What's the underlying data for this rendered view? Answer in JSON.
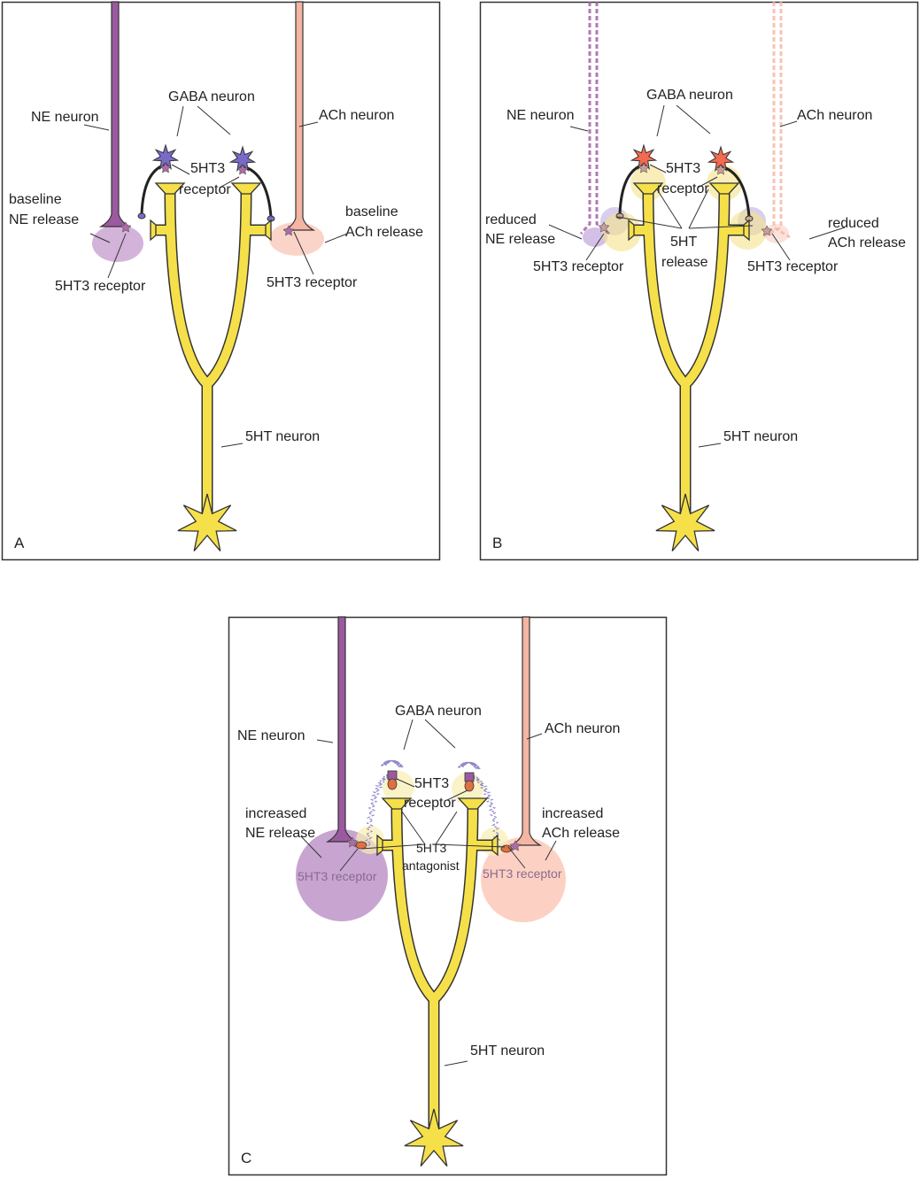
{
  "colors": {
    "ne": "#9b5aa0",
    "ach": "#f4b5a3",
    "serotonin": "#f5e04a",
    "gaba_baseline": "#7a6ac8",
    "gaba_active": "#f26a4f",
    "outline": "#333333"
  },
  "panels": [
    {
      "id": "A",
      "letter": "A",
      "labels": {
        "ne_neuron": "NE neuron",
        "gaba_neuron": "GABA neuron",
        "ach_neuron": "ACh neuron",
        "receptor_center_1": "5HT3",
        "receptor_center_2": "receptor",
        "ne_release_1": "baseline",
        "ne_release_2": "NE release",
        "ach_release_1": "baseline",
        "ach_release_2": "ACh release",
        "ne_receptor": "5HT3 receptor",
        "ach_receptor": "5HT3 receptor",
        "serotonin_neuron": "5HT neuron"
      }
    },
    {
      "id": "B",
      "letter": "B",
      "labels": {
        "ne_neuron": "NE neuron",
        "gaba_neuron": "GABA neuron",
        "ach_neuron": "ACh neuron",
        "receptor_center_1": "5HT3",
        "receptor_center_2": "receptor",
        "ne_release_1": "reduced",
        "ne_release_2": "NE release",
        "ach_release_1": "reduced",
        "ach_release_2": "ACh release",
        "ne_receptor": "5HT3 receptor",
        "ach_receptor": "5HT3 receptor",
        "release_1": "5HT",
        "release_2": "release",
        "serotonin_neuron": "5HT neuron"
      }
    },
    {
      "id": "C",
      "letter": "C",
      "labels": {
        "ne_neuron": "NE neuron",
        "gaba_neuron": "GABA neuron",
        "ach_neuron": "ACh neuron",
        "receptor_center_1": "5HT3",
        "receptor_center_2": "receptor",
        "ne_release_1": "increased",
        "ne_release_2": "NE release",
        "ach_release_1": "increased",
        "ach_release_2": "ACh release",
        "ne_receptor": "5HT3 receptor",
        "ach_receptor": "5HT3 receptor",
        "antagonist_1": "5HT3",
        "antagonist_2": "antagonist",
        "serotonin_neuron": "5HT neuron"
      }
    }
  ]
}
